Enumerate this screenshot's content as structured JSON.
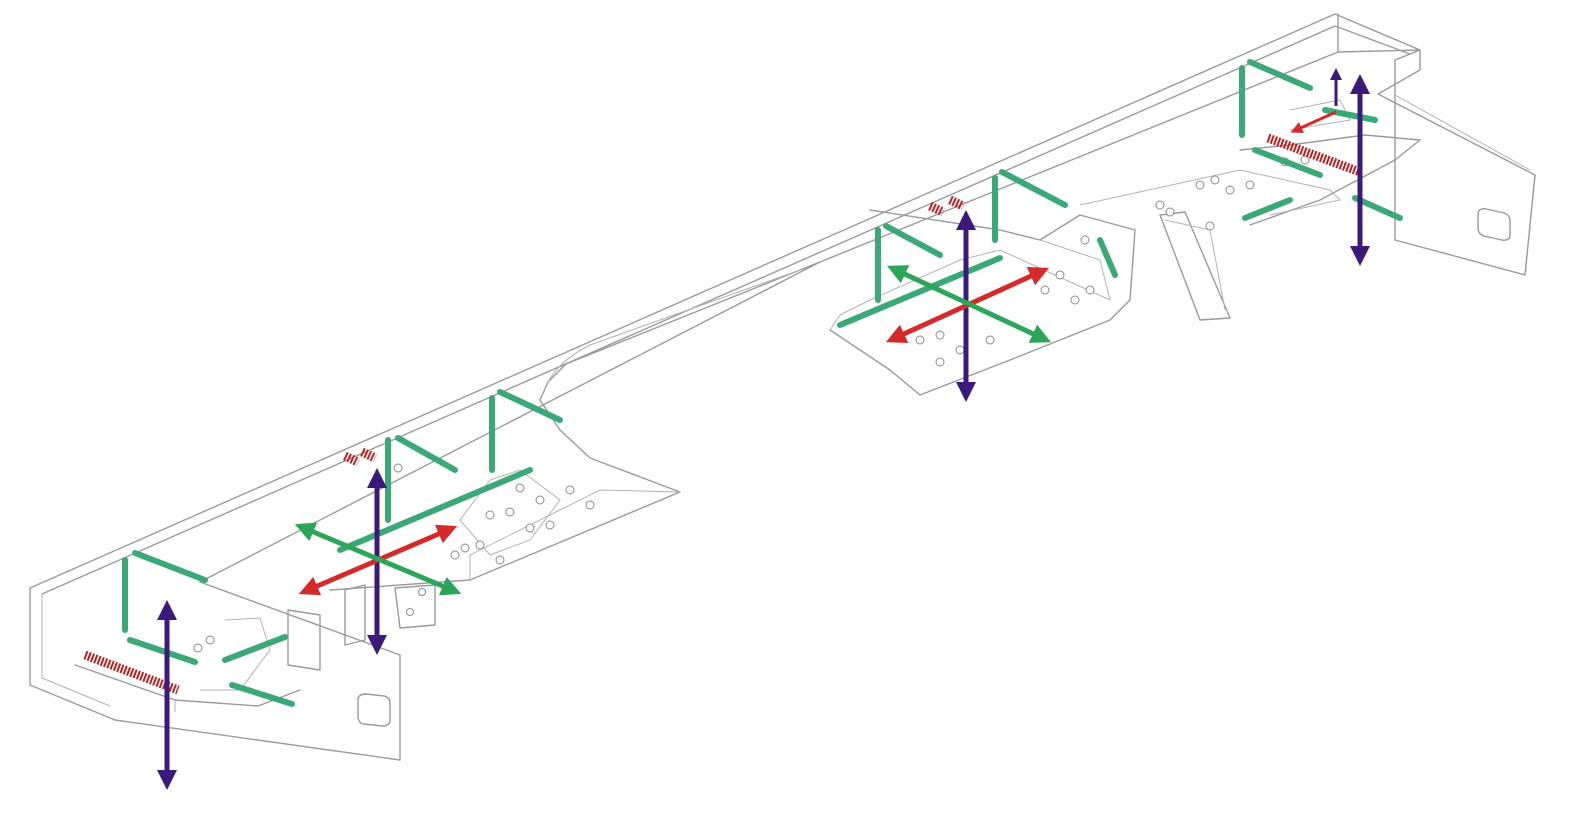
{
  "colors": {
    "vertical_arrow": "#3a1a7a",
    "longitudinal_arrow": "#d42a2a",
    "lateral_arrow": "#2ca45a",
    "weld_green": "#3aa877",
    "weld_red": "#b82222",
    "wireframe": "#9a9a9a"
  },
  "arrow_groups": [
    {
      "name": "left-end-support",
      "axes": [
        "vertical"
      ]
    },
    {
      "name": "left-mid-support",
      "axes": [
        "vertical",
        "longitudinal",
        "lateral"
      ]
    },
    {
      "name": "right-mid-support",
      "axes": [
        "vertical",
        "longitudinal",
        "lateral"
      ]
    },
    {
      "name": "right-end-support",
      "axes": [
        "vertical",
        "longitudinal"
      ]
    }
  ]
}
